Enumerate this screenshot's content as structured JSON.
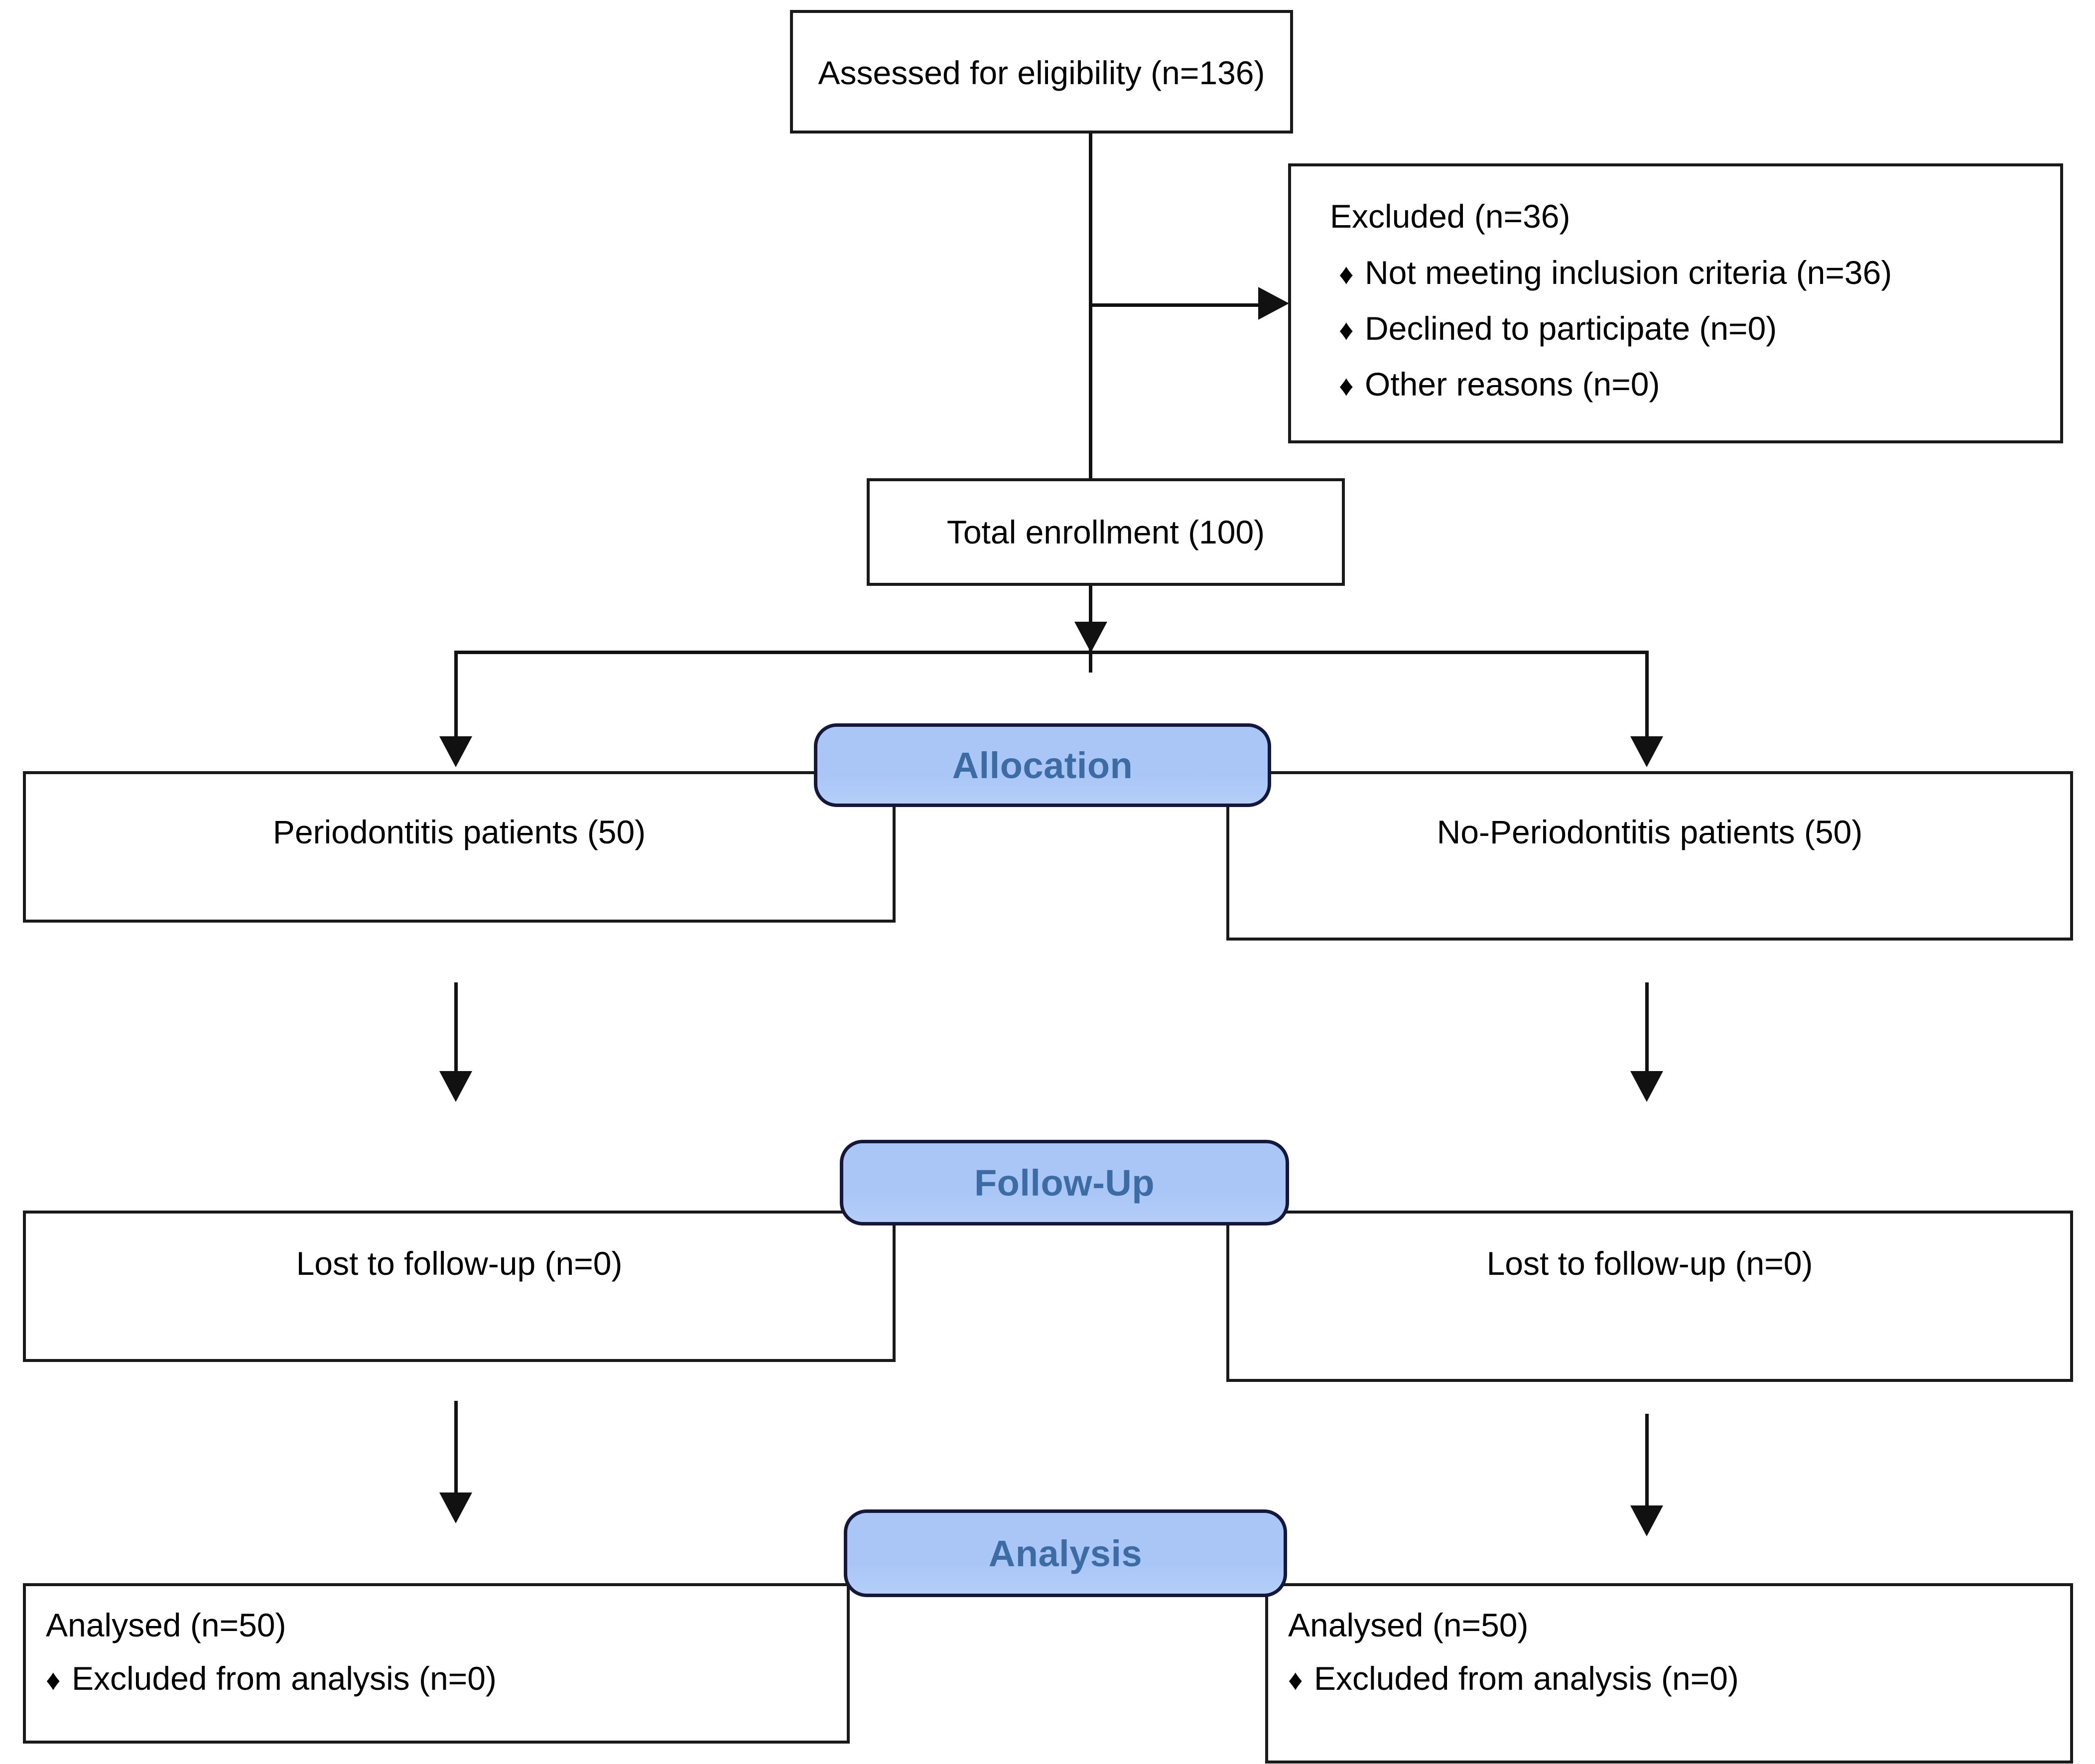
{
  "diagram": {
    "type": "consort-flow-diagram",
    "title": "CONSORT participant flow",
    "accent_color": "#a9c6f7",
    "stage_label_color": "#3d6ba3",
    "line_color": "#111111",
    "box_border_color": "#1a1a1a",
    "background_color": "#ffffff"
  },
  "nodes": {
    "eligibility": {
      "label": "Assessed for eligibility (n=136)",
      "n": 136
    },
    "excluded": {
      "heading": "Excluded  (n=36)",
      "n": 36,
      "bullet_glyph": "♦",
      "reasons": [
        {
          "label": "Not meeting inclusion criteria (n=36)",
          "n": 36
        },
        {
          "label": "Declined to participate (n=0)",
          "n": 0
        },
        {
          "label": "Other reasons (n=0)",
          "n": 0
        }
      ]
    },
    "enrollment": {
      "label": "Total enrollment (100)",
      "n": 100
    },
    "allocation_left": {
      "label": "Periodontitis patients (50)",
      "n": 50
    },
    "allocation_right": {
      "label": "No-Periodontitis patients (50)",
      "n": 50
    },
    "followup_left": {
      "label": "Lost to follow-up (n=0)",
      "n": 0
    },
    "followup_right": {
      "label": "Lost to follow-up (n=0)",
      "n": 0
    },
    "analysis_left": {
      "heading": "Analysed  (n=50)",
      "n": 50,
      "bullet_glyph": "♦",
      "bullet": "Excluded from analysis (n=0)"
    },
    "analysis_right": {
      "heading": "Analysed  (n=50)",
      "n": 50,
      "bullet_glyph": "♦",
      "bullet": "Excluded from analysis (n=0)"
    }
  },
  "stages": {
    "allocation": "Allocation",
    "followup": "Follow-Up",
    "analysis": "Analysis"
  }
}
